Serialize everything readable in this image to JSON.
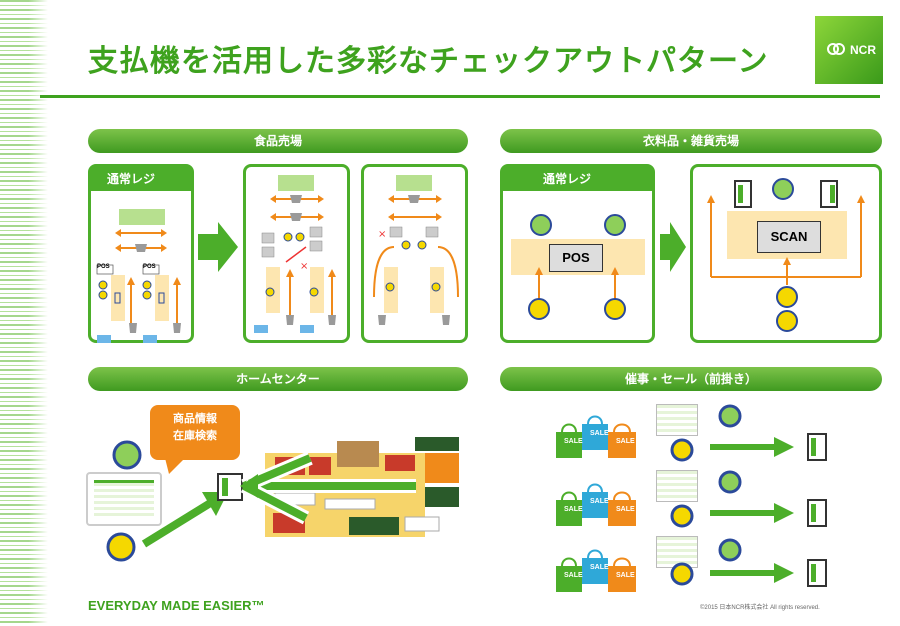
{
  "title": "支払機を活用した多彩なチェックアウトパターン",
  "logo": {
    "text": "NCR",
    "brand_color": "#3ea21e"
  },
  "sections": {
    "food": {
      "label": "食品売場",
      "panel_label": "通常レジ",
      "pos_labels": [
        "POS",
        "POS"
      ]
    },
    "apparel": {
      "label": "衣料品・雑貨売場",
      "panel_label": "通常レジ",
      "pos": "POS",
      "scan": "SCAN"
    },
    "home": {
      "label": "ホームセンター",
      "callout_line1": "商品情報",
      "callout_line2": "在庫検索"
    },
    "event": {
      "label": "催事・セール（前掛き）",
      "sale": "SALE"
    }
  },
  "footer": {
    "tagline": "EVERYDAY MADE EASIER™",
    "copyright": "©2015 日本NCR株式会社 All rights reserved."
  },
  "colors": {
    "green": "#4cae2a",
    "orange": "#f08a1a",
    "yellow": "#f5d800",
    "light_orange": "#fde6b0"
  }
}
